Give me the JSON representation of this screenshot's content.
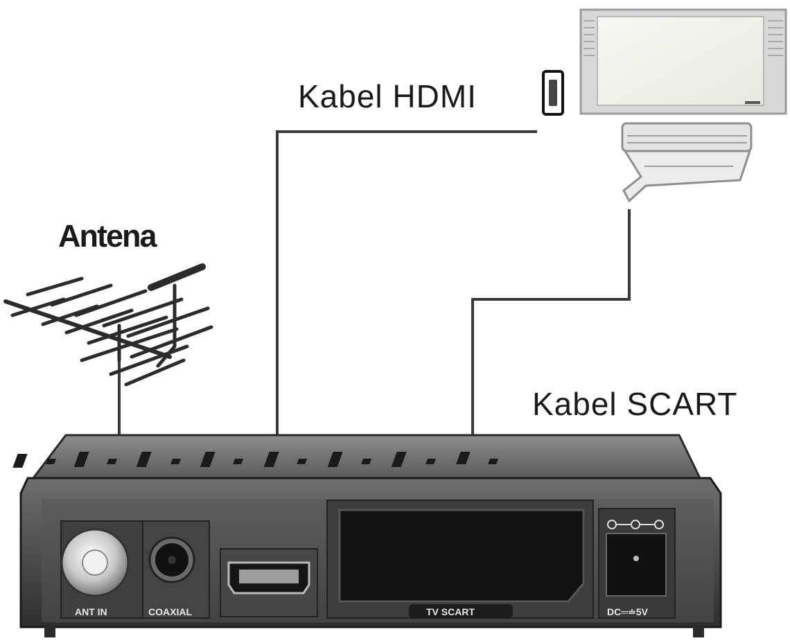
{
  "labels": {
    "antenna": "Antena",
    "hdmi_cable": "Kabel HDMI",
    "scart_cable": "Kabel SCART"
  },
  "receiver": {
    "port_ant_in": "ANT IN",
    "port_coaxial": "COAXIAL",
    "port_tv_scart": "TV SCART",
    "port_dc": "DC═≐5V"
  },
  "icons": [
    "antenna-icon",
    "tv-icon",
    "hdmi-connector-icon",
    "scart-connector-icon",
    "receiver-icon"
  ]
}
